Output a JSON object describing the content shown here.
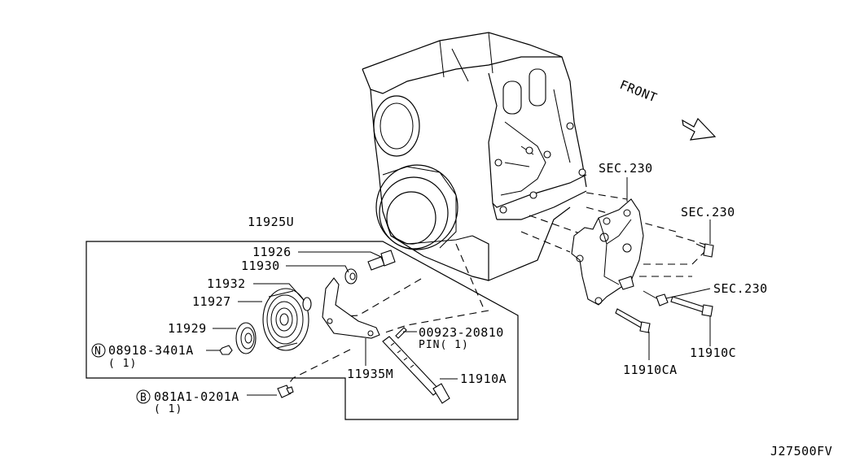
{
  "diagram": {
    "direction_label": "FRONT",
    "footer_code": "J27500FV",
    "labels": {
      "assembly": "11925U",
      "p11926": "11926",
      "p11930": "11930",
      "p11932": "11932",
      "p11927": "11927",
      "p11929": "11929",
      "nut_symbol": "N",
      "nut_part": "08918-3401A",
      "nut_qty": "( 1)",
      "bolt_symbol": "B",
      "bolt_part": "081A1-0201A",
      "bolt_qty": "( 1)",
      "bracket": "11935M",
      "pin_part": "00923-20810",
      "pin_desc": "PIN( 1)",
      "rod": "11910A",
      "sec_top": "SEC.230",
      "sec_right": "SEC.230",
      "sec_lower": "SEC.230",
      "bolt_ca": "11910CA",
      "bolt_c": "11910C"
    }
  }
}
